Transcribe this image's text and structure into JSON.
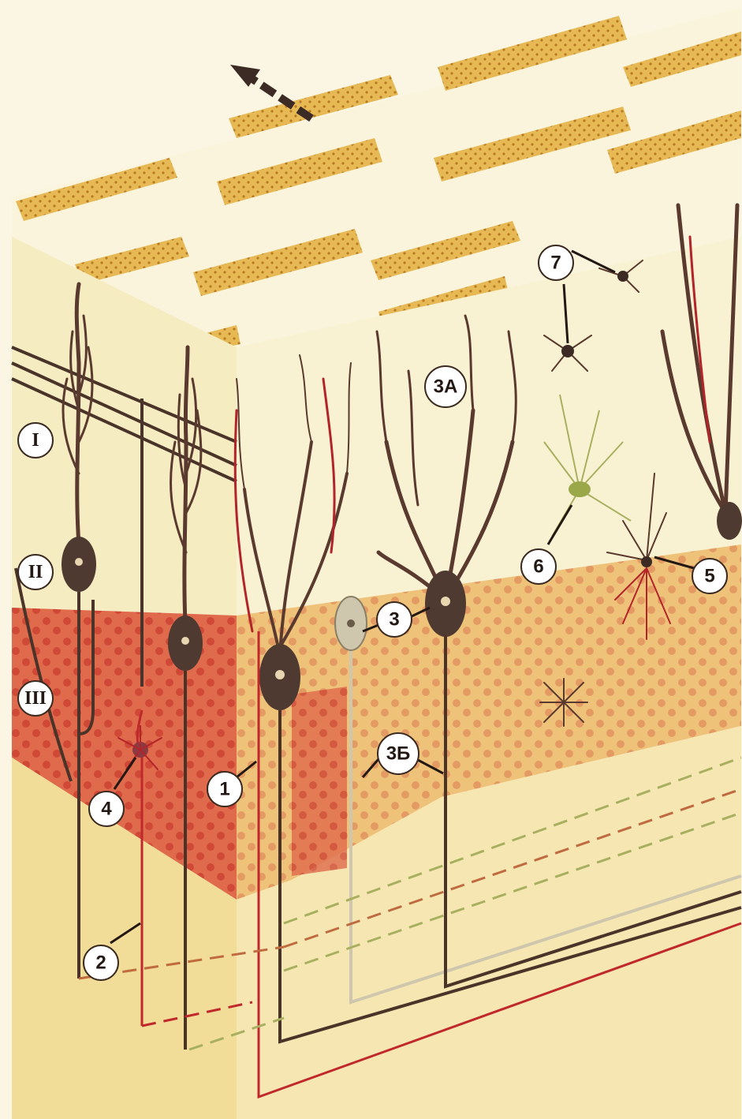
{
  "labels": {
    "n1": "1",
    "n2": "2",
    "n3": "3",
    "n3a": "3А",
    "n3b": "3Б",
    "n4": "4",
    "n5": "5",
    "n6": "6",
    "n7": "7",
    "layer1": "I",
    "layer2": "II",
    "layer3": "III"
  },
  "colors": {
    "background": "#fbf6e4",
    "molecular_layer": "#f7efc8",
    "folia_strip": "#e6b44a",
    "granular_layer": "#d9503a",
    "white_matter": "#f3dfa0",
    "purkinje_cell": "#4e3a30",
    "climbing_fiber": "#c0282c",
    "golgi_cell": "#8a9a3a",
    "label_fill": "#ffffff"
  },
  "icons": {
    "arrow": "direction-arrow-icon"
  }
}
